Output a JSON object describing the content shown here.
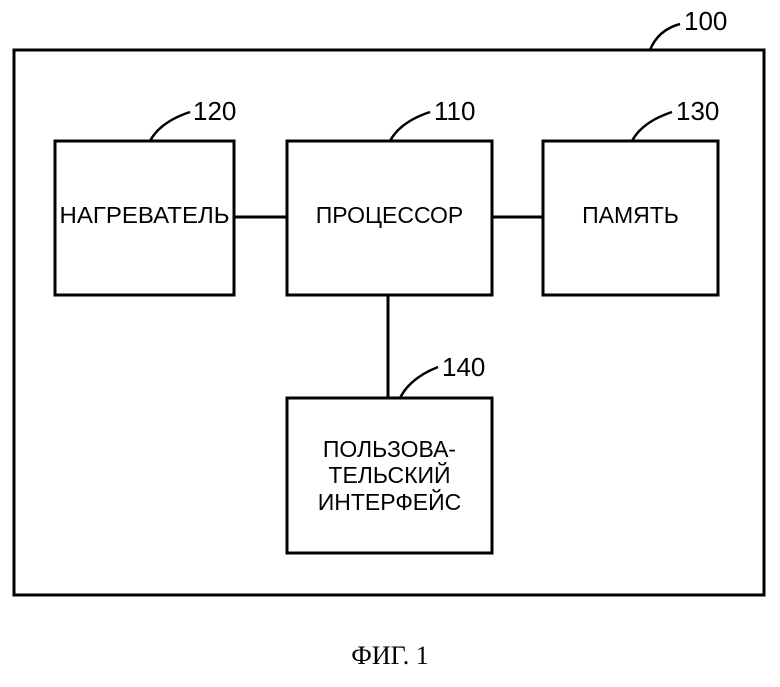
{
  "device": {
    "ref": "100"
  },
  "blocks": {
    "heater": {
      "ref": "120",
      "label": "НАГРЕВАТЕЛЬ"
    },
    "processor": {
      "ref": "110",
      "label": "ПРОЦЕССОР"
    },
    "memory": {
      "ref": "130",
      "label": "ПАМЯТЬ"
    },
    "user_interface": {
      "ref": "140",
      "label_lines": [
        "ПОЛЬЗОВА-",
        "ТЕЛЬСКИЙ",
        "ИНТЕРФЕЙС"
      ]
    }
  },
  "caption": "ФИГ. 1"
}
